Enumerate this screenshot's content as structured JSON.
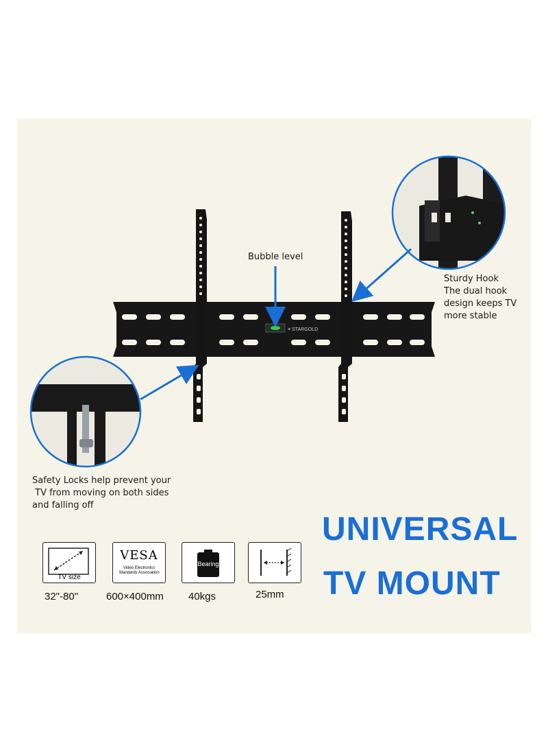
{
  "callouts": {
    "bubble_level": "Bubble level",
    "sturdy_hook": "Sturdy Hook\nThe dual hook\ndesign keeps TV\nmore stable",
    "safety_locks": "Safety Locks help prevent your\n TV from moving on both sides\nand falling off"
  },
  "title": {
    "line1": "UNIVERSAL",
    "line2": "TV MOUNT"
  },
  "plate_label": "≡ STARGOLD",
  "specs": [
    {
      "icon": "tv-size-icon",
      "icon_text": "TV size",
      "value": "32\"-80\""
    },
    {
      "icon": "vesa-icon",
      "icon_text": "VESA",
      "icon_subtext": "Video Electronics\nStandards Association",
      "value": "600×400mm"
    },
    {
      "icon": "bearing-weight-icon",
      "icon_text": "Bearing",
      "value": "40kgs"
    },
    {
      "icon": "wall-distance-icon",
      "icon_text": "",
      "value": "25mm"
    }
  ],
  "colors": {
    "background": "#f6f4e8",
    "accent_blue": "#1a6fd6",
    "mount_black": "#151515"
  }
}
